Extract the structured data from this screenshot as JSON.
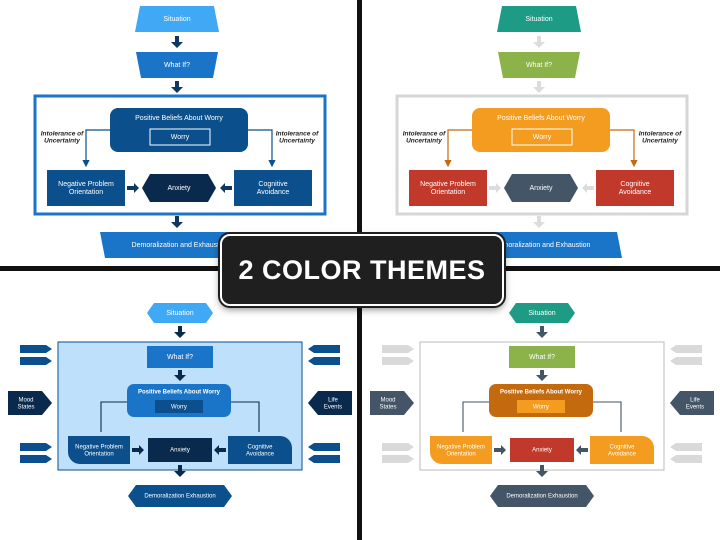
{
  "banner": "2 COLOR THEMES",
  "labels": {
    "situation": "Situation",
    "what_if": "What If?",
    "positive_beliefs": "Positive Beliefs About Worry",
    "worry": "Worry",
    "intolerance": "Intolerance of Uncertainty",
    "negative_problem": "Negative Problem Orientation",
    "anxiety": "Anxiety",
    "cognitive_avoidance": "Cognitive Avoidance",
    "demoralization": "Demoralization and Exhaustion",
    "demoralization_alt": "Demoralization Exhaustion",
    "mood_states": "Mood States",
    "life_events": "Life Events"
  },
  "themes": {
    "blue": {
      "light": "#3fa9f5",
      "mid": "#1a75c9",
      "dark": "#0b4f8c",
      "navy": "#0a2a4d",
      "panel": "#bfe0fb",
      "arrow": "#10375f"
    },
    "color": {
      "teal": "#1e9b85",
      "green": "#8cb24a",
      "orange": "#f39c1f",
      "dark_orange": "#c46a0e",
      "red": "#c0392b",
      "slate": "#435566",
      "grey": "#cccccc"
    }
  }
}
